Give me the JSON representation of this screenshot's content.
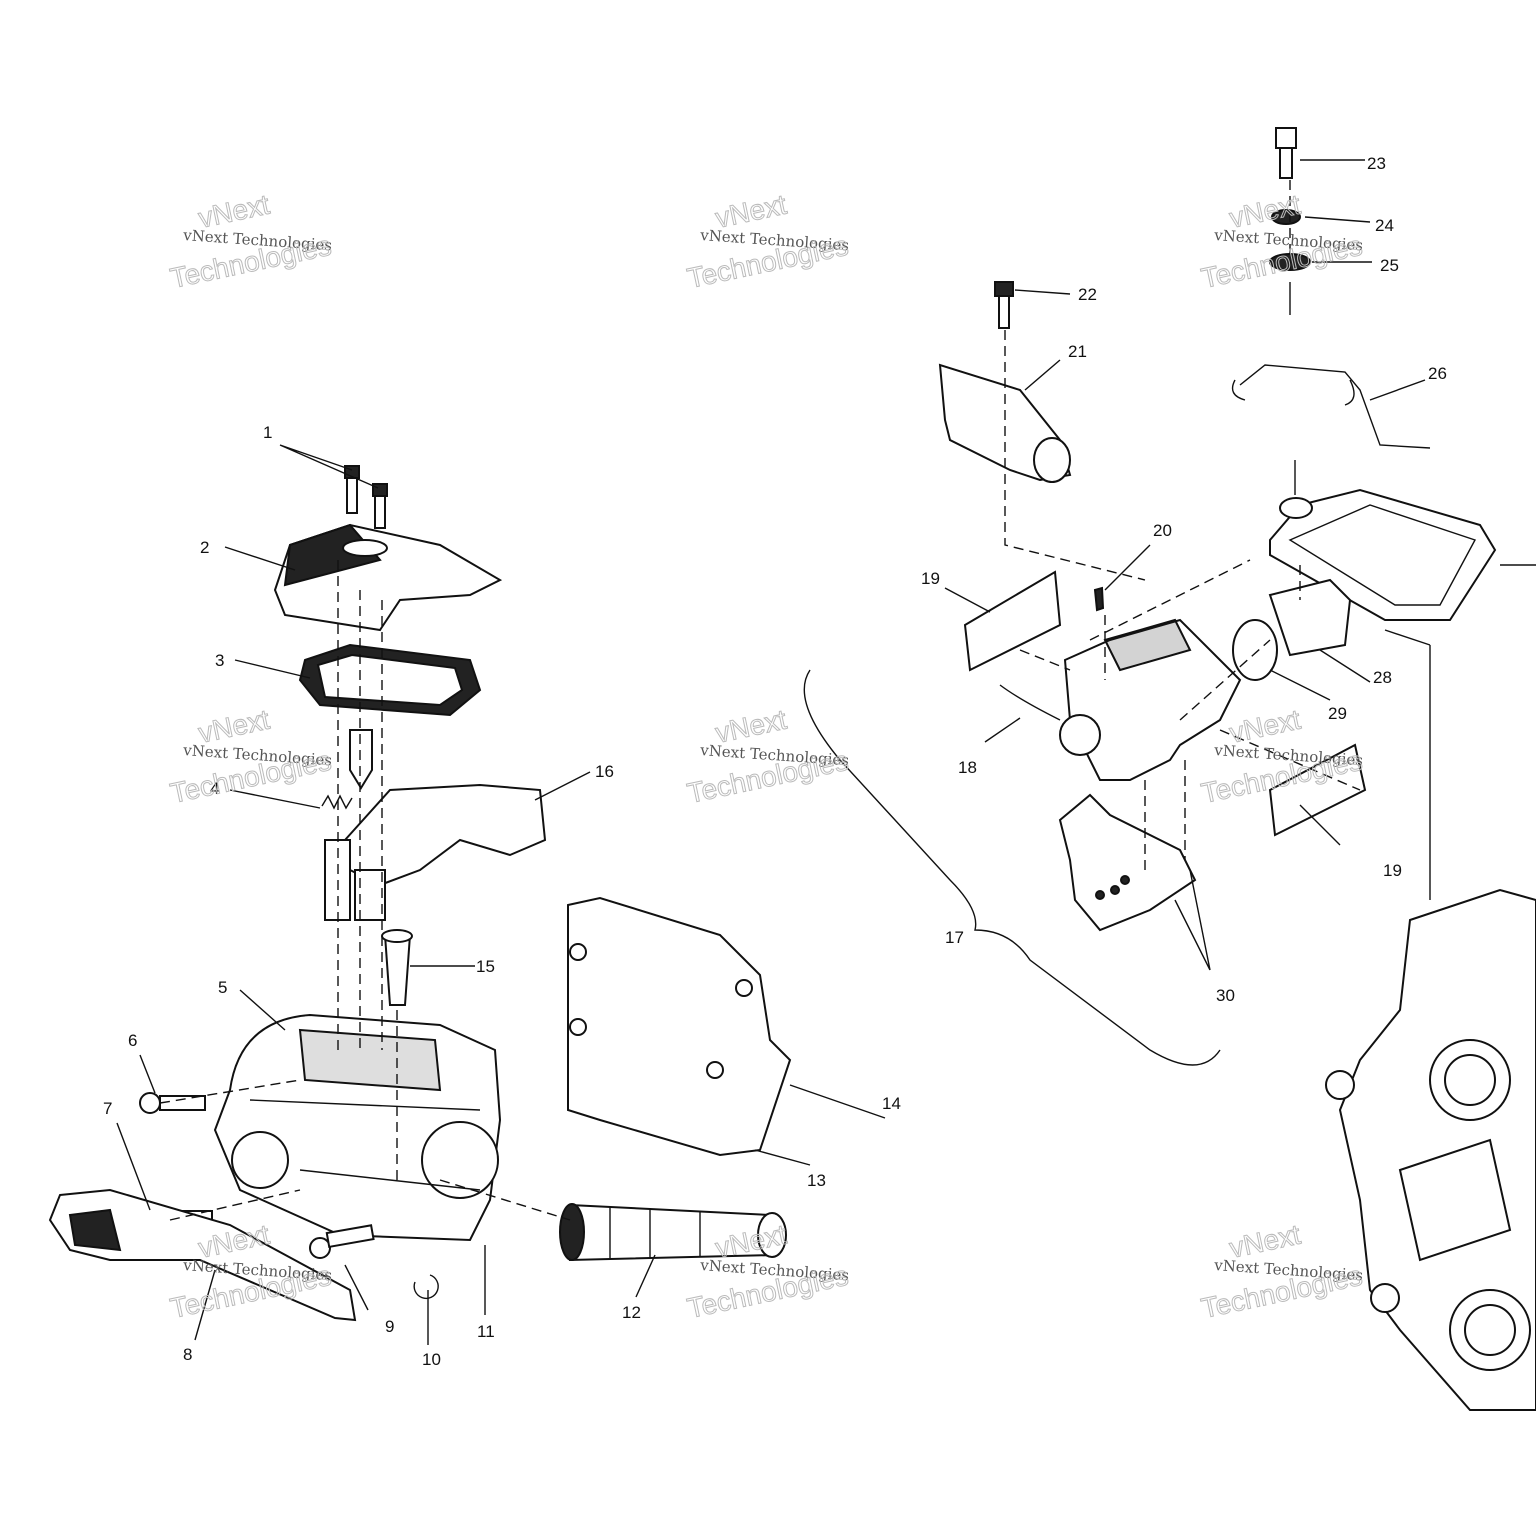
{
  "diagram": {
    "callouts": [
      "1",
      "2",
      "3",
      "4",
      "5",
      "6",
      "7",
      "8",
      "9",
      "10",
      "11",
      "12",
      "13",
      "14",
      "15",
      "16",
      "17",
      "18",
      "19",
      "19",
      "20",
      "21",
      "22",
      "23",
      "24",
      "25",
      "26",
      "28",
      "29",
      "30"
    ],
    "watermark": {
      "small": "vNext Technologies",
      "large_top": "vNext",
      "large_bottom": "Technologies"
    }
  }
}
